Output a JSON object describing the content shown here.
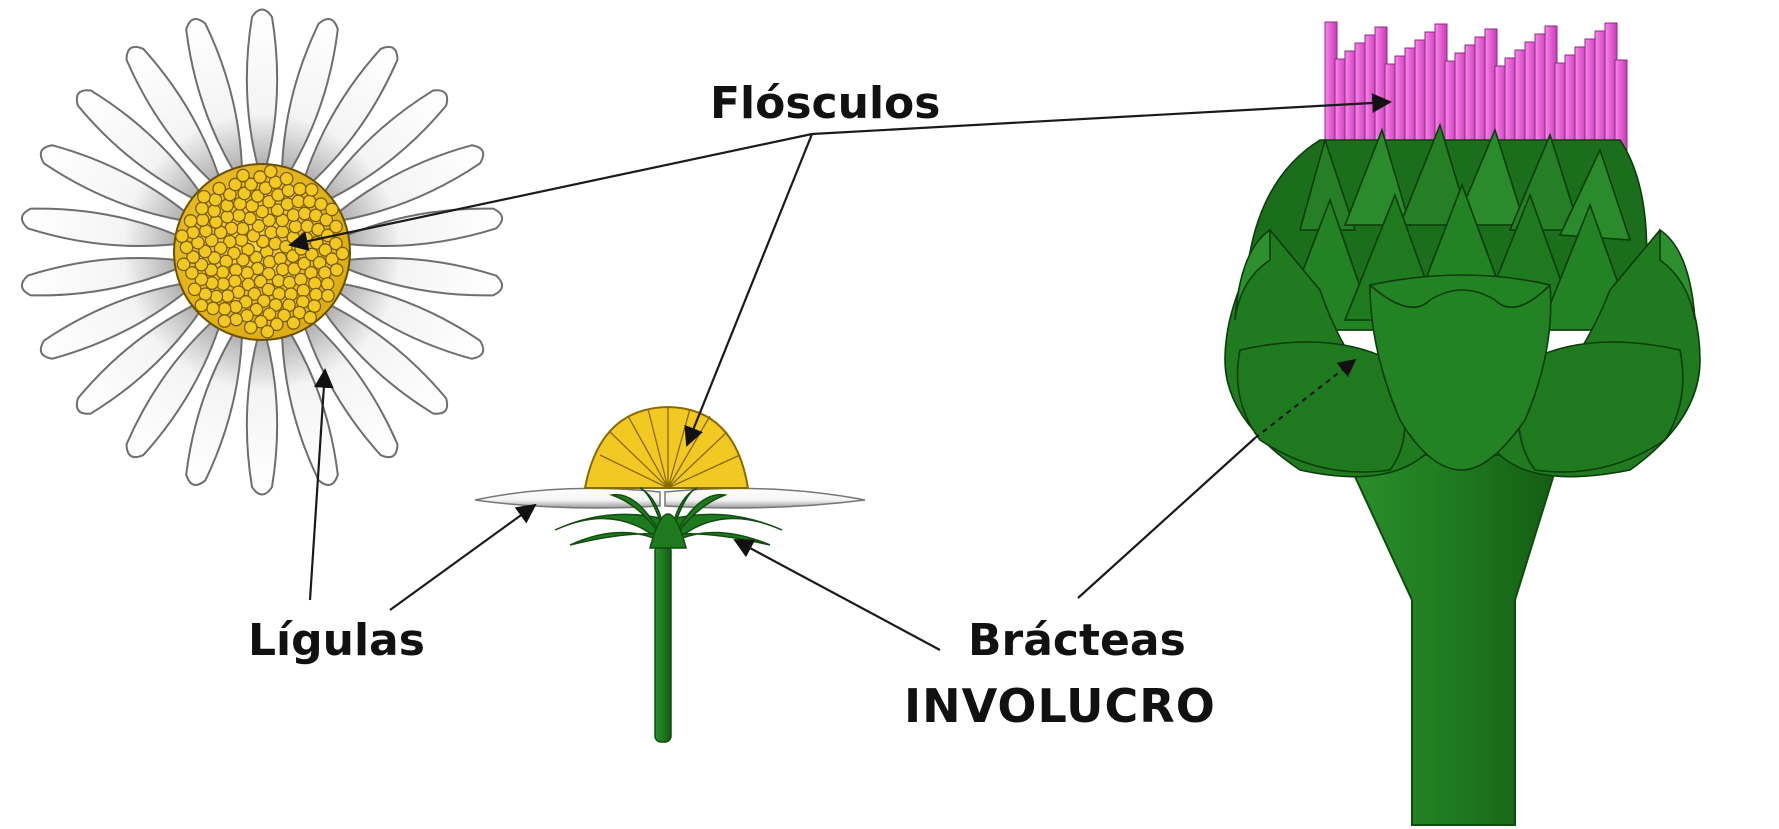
{
  "labels": {
    "flosculos": "Flósculos",
    "ligulas": "Lígulas",
    "bracteas": "Brácteas",
    "involucro": "INVOLUCRO"
  },
  "colors": {
    "petal": "#ffffff",
    "petal_edge": "#6e6e6e",
    "disc_floret": "#f2c822",
    "disc_outline": "#6b5000",
    "bract_green": "#1f7a1f",
    "bract_dark": "#0f4d0f",
    "floret_pink": "#e55bd3",
    "leader_line": "#1a1a1a"
  },
  "figures": [
    "daisy-top-view",
    "daisy-side-view",
    "thistle-head-section"
  ]
}
